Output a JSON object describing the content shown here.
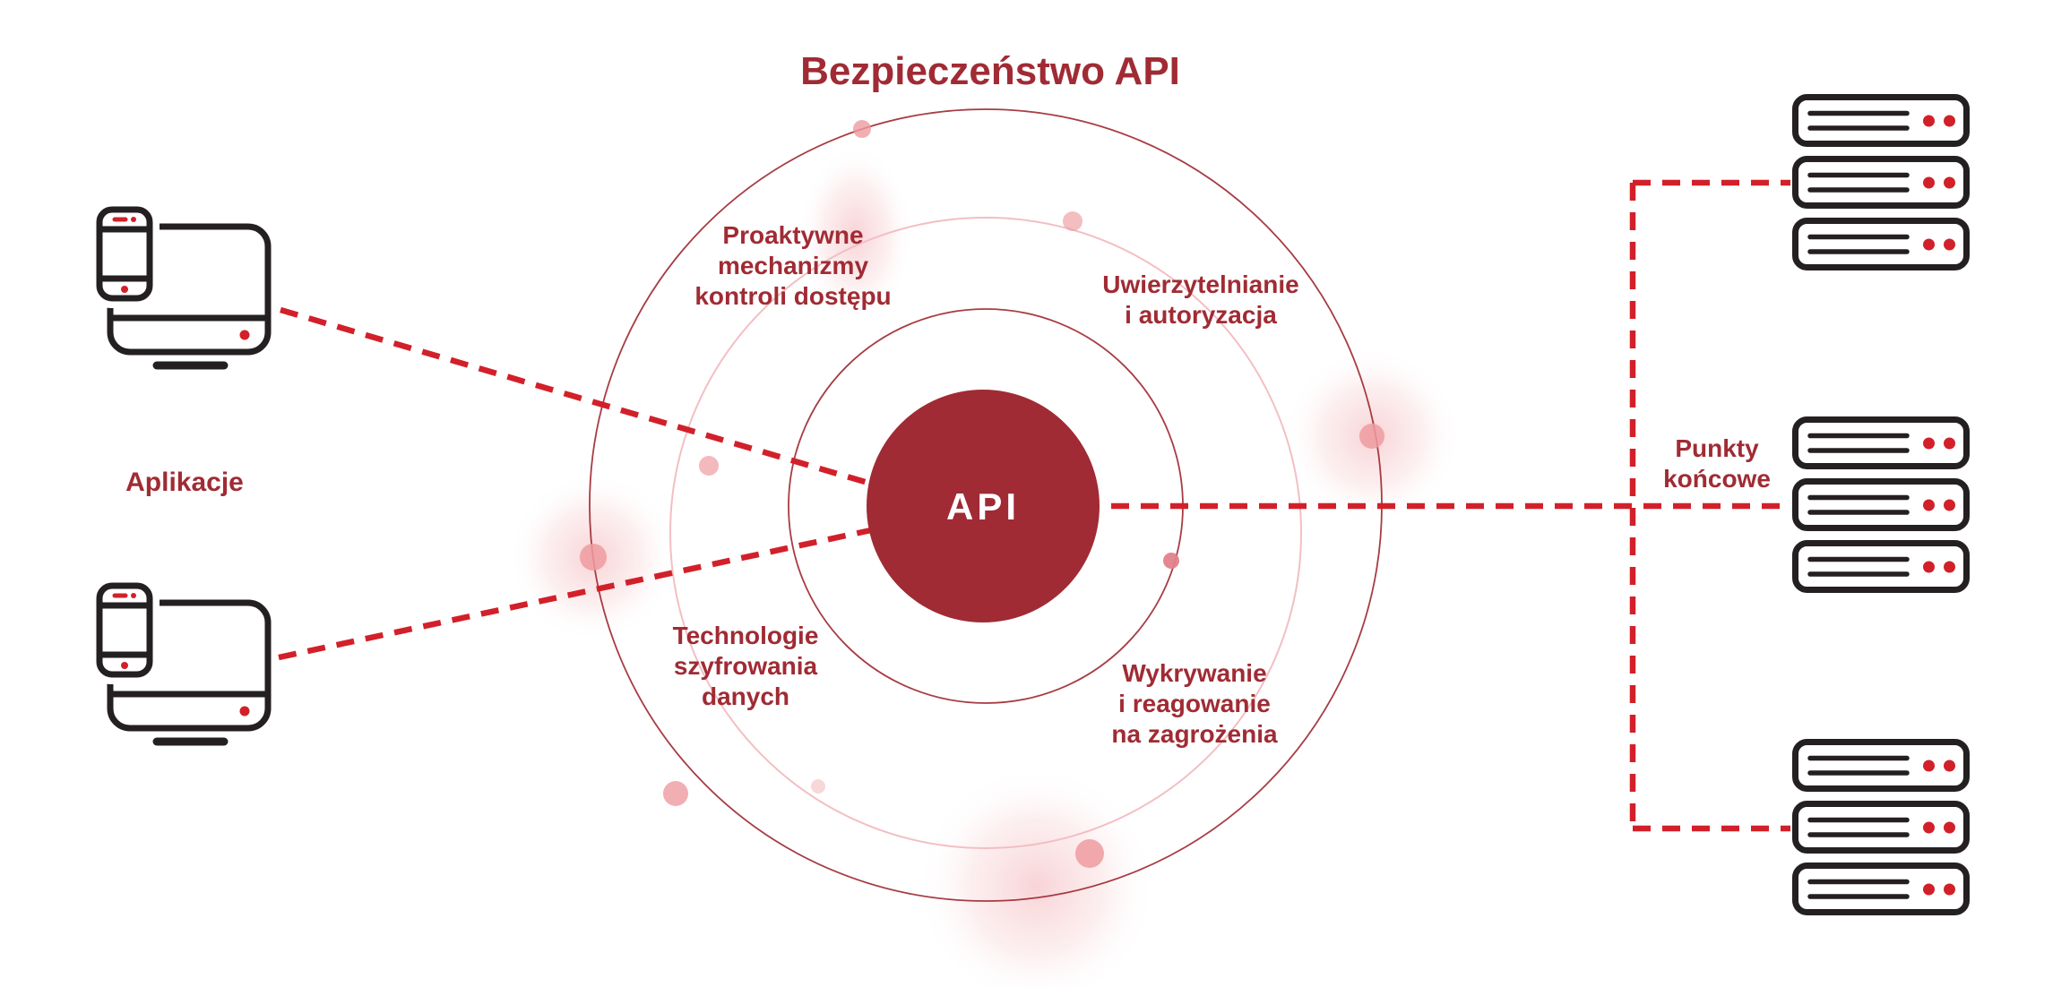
{
  "title": "Bezpieczeństwo API",
  "center_label": "API",
  "applications_label": "Aplikacje",
  "endpoints_label": "Punkty\nkońcowe",
  "ring_labels": {
    "access_control": "Proaktywne\nmechanizmy\nkontroli dostępu",
    "authentication": "Uwierzytelnianie\ni autoryzacja",
    "encryption": "Technologie\nszyfrowania\ndanych",
    "threat_detection": "Wykrywanie\ni reagowanie\nna zagrożenia"
  },
  "icons": {
    "left_devices": "phone-and-monitor-icon",
    "right_servers": "server-stack-icon"
  },
  "colors": {
    "dark_red": "#a02b34",
    "bright_red": "#d2202a",
    "pink_ring": "#f2bfc3",
    "dot_pink": "#ee9ba0",
    "icon_outline": "#242021",
    "background": "#ffffff"
  }
}
